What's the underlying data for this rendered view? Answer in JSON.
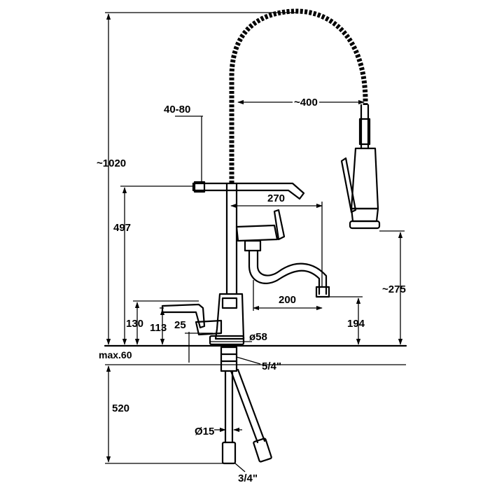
{
  "labels": {
    "total_height": "~1020",
    "clamp_range": "40-80",
    "hose_reach": "~400",
    "shelf_height": "497",
    "shelf_arm": "270",
    "spout_reach": "200",
    "spray_height": "~275",
    "spout_height": "194",
    "lever_height": "130",
    "lever_base_height": "113",
    "lever_offset": "25",
    "base_diameter": "ø58",
    "deck_thickness": "max.60",
    "thread_size": "5/4\"",
    "hose_length": "520",
    "hose_diameter": "Ø15",
    "connection_size": "3/4\""
  }
}
